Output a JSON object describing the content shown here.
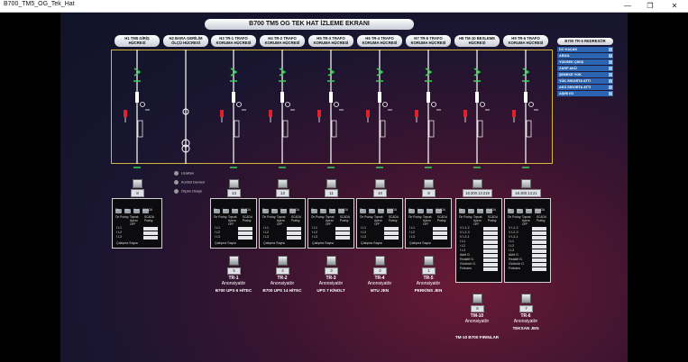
{
  "window": {
    "title": "B700_TM5_OG_Tek_Hat",
    "minimize_glyph": "—",
    "maximize_glyph": "❐",
    "close_glyph": "✕"
  },
  "screen_title": "B700 TM5 OG TEK HAT İZLEME EKRANI",
  "cells": [
    {
      "header_line1": "H1 TM5 GİRİŞ",
      "header_line2": "HÜCRESİ"
    },
    {
      "header_line1": "H2 BARA GERİLİM",
      "header_line2": "ÖLÇÜ HÜCRESİ"
    },
    {
      "header_line1": "H3 TR-1 TRAFO",
      "header_line2": "KORUMA HÜCRESİ"
    },
    {
      "header_line1": "H4 TR-2 TRAFO",
      "header_line2": "KORUMA HÜCRESİ"
    },
    {
      "header_line1": "H5 TR-3 TRAFO",
      "header_line2": "KORUMA HÜCRESİ"
    },
    {
      "header_line1": "H6 TR-4 TRAFO",
      "header_line2": "KORUMA HÜCRESİ"
    },
    {
      "header_line1": "H7 TR-5 TRAFO",
      "header_line2": "KORUMA HÜCRESİ"
    },
    {
      "header_line1": "H8 TM-10 BESLEME",
      "header_line2": "HÜCRESİ"
    },
    {
      "header_line1": "H9 TR-6 TRAFO",
      "header_line2": "KORUMA HÜCRESİ"
    }
  ],
  "side_panel": {
    "title": "B700 TR-5 REDRESÖR",
    "rows": [
      "DC KAÇAK",
      "ARIZA",
      "YÜKSEK ÇIKIŞ",
      "ZAYIF AKÜ",
      "ŞEBEKE YOK",
      "YÜK SİGORTA ATTI",
      "AKÜ SİGORTA ATTI",
      "AŞIRI ISI"
    ]
  },
  "legend": [
    "Uzaktan",
    "Kontrol Devresi",
    "Ölçüm Onaylı"
  ],
  "cell_numbers": [
    "8",
    "",
    "13",
    "12",
    "11",
    "10",
    "9",
    "18.300.13.219",
    "18.300.13.21"
  ],
  "panel_labels": {
    "buttons": [
      "Ön",
      "Izin",
      "Kont.",
      "SCADA"
    ],
    "status_labels": [
      "Ön Pozisy.",
      "Toprak Ayırıcı OFF",
      "SCADA Pozisy."
    ],
    "rows_basic": [
      "I L1",
      "I L2",
      "I L3"
    ],
    "counter": "Çalışma Sayısı",
    "rows_feeder": [
      "V L1-2",
      "V L2-3",
      "V L3-1",
      "I L1",
      "I L2",
      "I L3",
      "Aktif G.",
      "Reaktif G.",
      "Görünür G.",
      "Frekans"
    ]
  },
  "feeders": [
    {
      "num": "5",
      "name": "TR-1",
      "role": "Anonsiyatör",
      "sub": "B700 UPS 6 HİTEC"
    },
    {
      "num": "4",
      "name": "TR-2",
      "role": "Anonsiyatör",
      "sub": "B700 UPS 14 HİTEC"
    },
    {
      "num": "3",
      "name": "TR-3",
      "role": "Anonsiyatör",
      "sub": "UPS 7 KİNOLT"
    },
    {
      "num": "2",
      "name": "TR-4",
      "role": "Anonsiyatör",
      "sub": "MTU JEN"
    },
    {
      "num": "1",
      "name": "TR-5",
      "role": "Anonsiyatör",
      "sub": "PERKİNS JEN"
    },
    {
      "num": "6",
      "name": "TM-10",
      "role": "Anonsiyatör",
      "sub": "TM-10 B700 FIRINLAR"
    },
    {
      "num": "7",
      "name": "TR-6",
      "role": "Anonsiyatör",
      "sub": "TEKSAN JEN"
    }
  ],
  "colors": {
    "bus": "#d4b43a",
    "breaker_on": "#ffffff",
    "switch_green": "#39d353",
    "ground_red": "#e0202a"
  }
}
